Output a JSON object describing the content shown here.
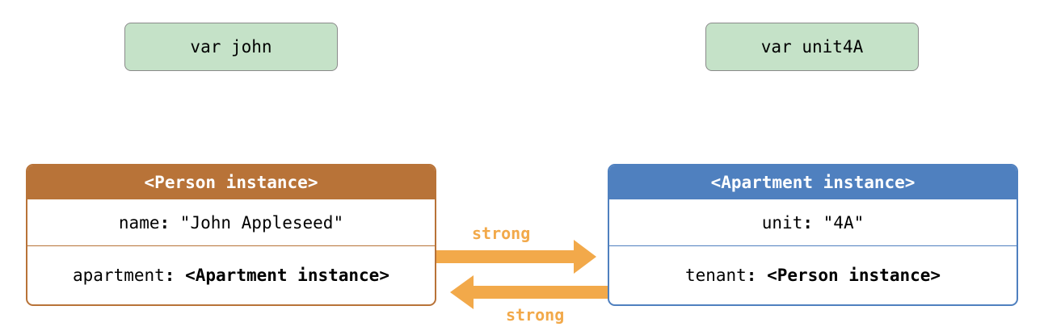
{
  "variables": {
    "john": "var john",
    "unit4a": "var unit4A"
  },
  "person": {
    "header": "<Person instance>",
    "name_key": "name",
    "name_value": "\"John Appleseed\"",
    "apartment_key": "apartment",
    "apartment_value": "<Apartment instance>"
  },
  "apartment": {
    "header": "<Apartment instance>",
    "unit_key": "unit",
    "unit_value": "\"4A\"",
    "tenant_key": "tenant",
    "tenant_value": "<Person instance>"
  },
  "references": {
    "person_to_apartment": "strong",
    "apartment_to_person": "strong"
  },
  "colors": {
    "variable_fill": "#c5e2c8",
    "person_accent": "#b87338",
    "apartment_accent": "#4f80bf",
    "strong_arrow": "#f2a94a"
  }
}
